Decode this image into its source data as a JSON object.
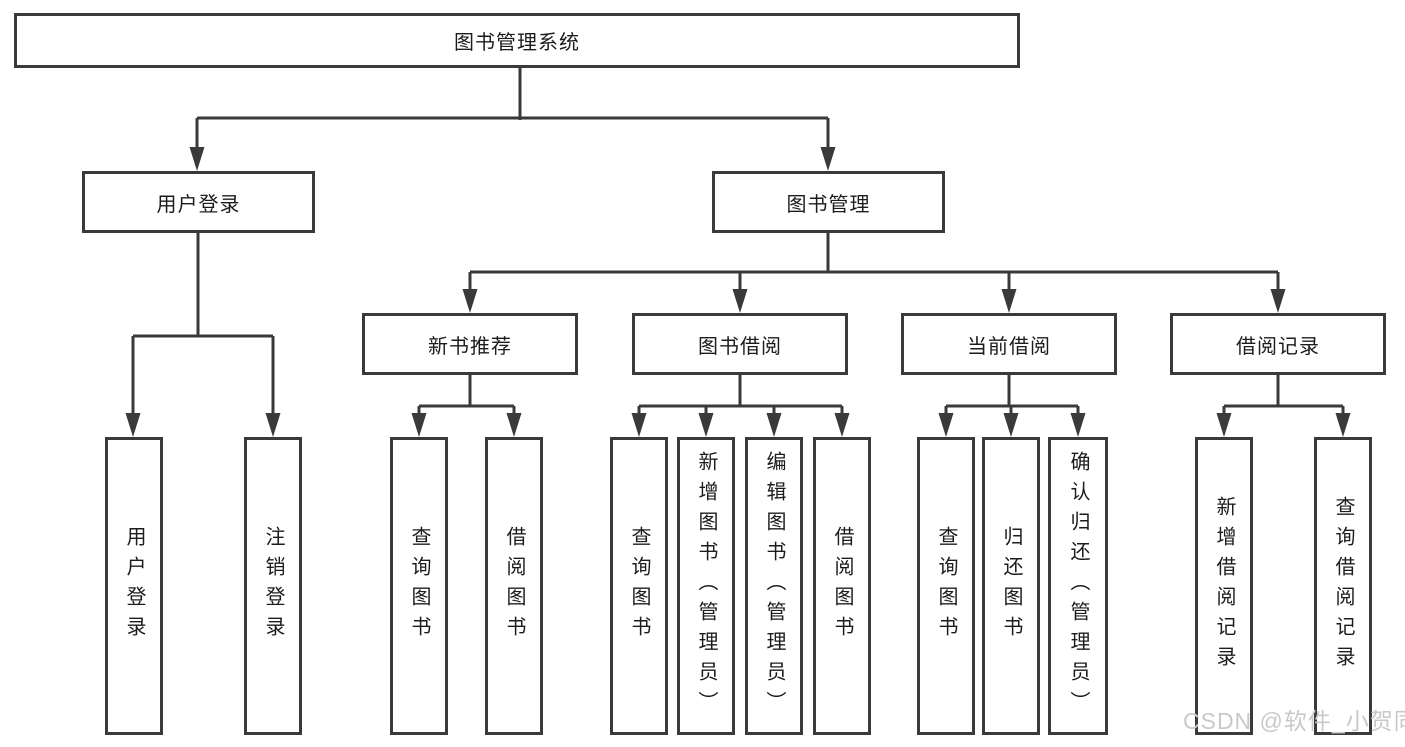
{
  "diagram": {
    "root": {
      "label": "图书管理系统"
    },
    "level2": [
      {
        "label": "用户登录"
      },
      {
        "label": "图书管理"
      }
    ],
    "level3": [
      {
        "label": "新书推荐"
      },
      {
        "label": "图书借阅"
      },
      {
        "label": "当前借阅"
      },
      {
        "label": "借阅记录"
      }
    ],
    "leaves": {
      "user_login": [
        "用户登录",
        "注销登录"
      ],
      "new_book_recommend": [
        "查询图书",
        "借阅图书"
      ],
      "book_borrow": [
        "查询图书",
        "新增图书（管理员）",
        "编辑图书（管理员）",
        "借阅图书"
      ],
      "current_borrow": [
        "查询图书",
        "归还图书",
        "确认归还（管理员）"
      ],
      "borrow_records": [
        "新增借阅记录",
        "查询借阅记录"
      ]
    }
  },
  "watermark": "CSDN @软件_小贺同学",
  "colors": {
    "line": "#3a3a3a",
    "text": "#1c1c1c",
    "background": "#ffffff",
    "watermark": "#c9c9c9"
  }
}
